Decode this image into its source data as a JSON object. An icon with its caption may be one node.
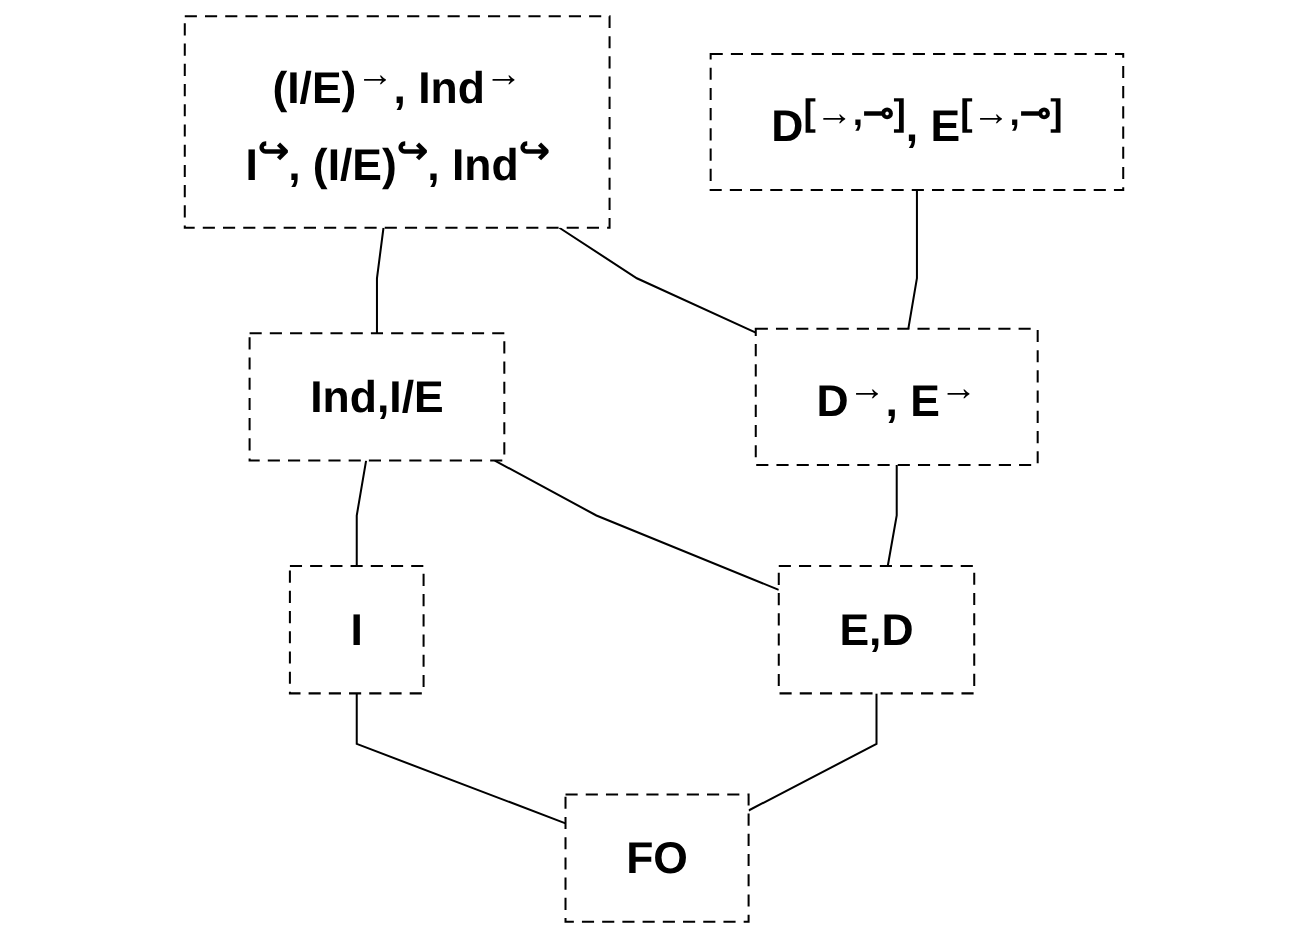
{
  "diagram": {
    "nodes": [
      {
        "text": [
          "(I/E)$^{→}$, Ind$^{→}$",
          "I$^{↪}$, (I/E)$^{↪}$, Ind$^{↪}$"
        ]
      },
      {
        "text": [
          "D$^{[→,⊸]}$, E$^{[→,⊸]}$"
        ]
      },
      {
        "text": [
          "D$^{→}$, E$^{→}$"
        ]
      },
      {
        "text": [
          "Ind,I/E"
        ]
      },
      {
        "text": [
          "I"
        ]
      },
      {
        "text": [
          "E,D"
        ]
      },
      {
        "text": [
          "FO"
        ]
      }
    ],
    "edges": [
      {
        "from": 0,
        "to": 3,
        "arrow": "none"
      },
      {
        "from": 0,
        "to": 2,
        "arrow": "none"
      },
      {
        "from": 1,
        "to": 2,
        "arrow": "none"
      },
      {
        "from": 2,
        "to": 5,
        "arrow": "none"
      },
      {
        "from": 3,
        "to": 4,
        "arrow": "none"
      },
      {
        "from": 3,
        "to": 5,
        "arrow": "none"
      },
      {
        "from": 4,
        "to": 6,
        "arrow": "none"
      },
      {
        "from": 5,
        "to": 6,
        "arrow": "none"
      }
    ]
  }
}
